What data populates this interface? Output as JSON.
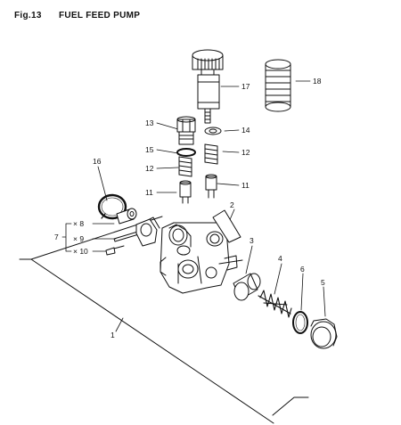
{
  "figure": {
    "number": "Fig.13",
    "title": "FUEL FEED PUMP"
  },
  "callouts": {
    "c1": "1",
    "c2": "2",
    "c3": "3",
    "c4": "4",
    "c5": "5",
    "c6": "6",
    "c7": "7",
    "c8": "× 8",
    "c9": "× 9",
    "c10": "× 10",
    "c11a": "11",
    "c11b": "11",
    "c12a": "12",
    "c12b": "12",
    "c13": "13",
    "c14": "14",
    "c15": "15",
    "c16": "16",
    "c17": "17",
    "c18": "18"
  }
}
